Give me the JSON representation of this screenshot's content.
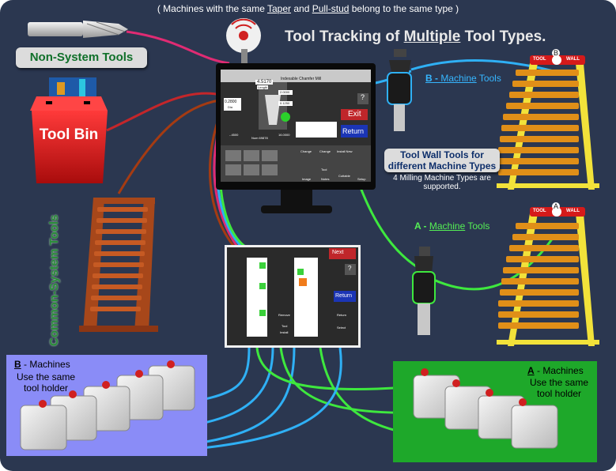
{
  "header": {
    "subtitle_pre": "( Machines with the same ",
    "subtitle_taper": "Taper",
    "subtitle_and": " and ",
    "subtitle_pullstud": "Pull-stud",
    "subtitle_post": " belong to the same type )",
    "title_pre": "Tool Tracking of ",
    "title_multiple": "Multiple",
    "title_post": " Tool Types."
  },
  "labels": {
    "non_system": "Non-System Tools",
    "tool_bin": "Tool Bin",
    "common_system": "Common-System Tools",
    "wall_box": "Tool Wall Tools for different Machine Types",
    "wall_note": "4 Milling Machine Types are supported.",
    "b_machine_letter": "B - ",
    "b_machine_rest": "Machine",
    "b_machine_tools": " Tools",
    "a_machine_letter": "A - ",
    "a_machine_rest": "Machine",
    "a_machine_tools": " Tools"
  },
  "panels": {
    "b_letter": "B",
    "b_title": " - Machines",
    "b_note": "Use the same tool holder",
    "a_letter": "A",
    "a_title": " - Machines",
    "a_note": "Use the same tool holder"
  },
  "tool_walls": {
    "top_letter": "B",
    "bottom_letter": "A",
    "wall_label_left": "TOOL",
    "wall_label_right": "WALL"
  },
  "screen": {
    "length_value": "4.5170",
    "length_label": "Length",
    "dia_value": "0.2800",
    "dia_label": "Dia",
    "header_name": "Indexable Chamfer Mill",
    "field_a": "2.0000",
    "field_b": "0.1250",
    "field_c": "-.4500",
    "field_d": "16.0000",
    "num_field": "Num 69878",
    "exit_label": "Exit",
    "return_label": "Return",
    "help_label": "?",
    "change_label": "Change",
    "install_label": "Install New",
    "tool_label": "Tool",
    "image_label": "Image",
    "notes_label": "Notes",
    "setup_label": "Setup",
    "cuttable_label": "Cuttable"
  },
  "tablet": {
    "next_label": "Next",
    "return_label": "Return",
    "help_label": "?",
    "remove_label": "Remove",
    "tool_label": "Tool",
    "install_label": "Install",
    "return_tool_label": "Return",
    "select_label": "Select"
  },
  "colors": {
    "background": "#2b3750",
    "b_line": "#2fb0f5",
    "a_line": "#3ee83e",
    "nonsystem_line": "#e02b73",
    "bin_line": "#c4262a",
    "common_line": "#a53b12",
    "b_panel": "#8a8cf7",
    "a_panel": "#1ea82a"
  }
}
